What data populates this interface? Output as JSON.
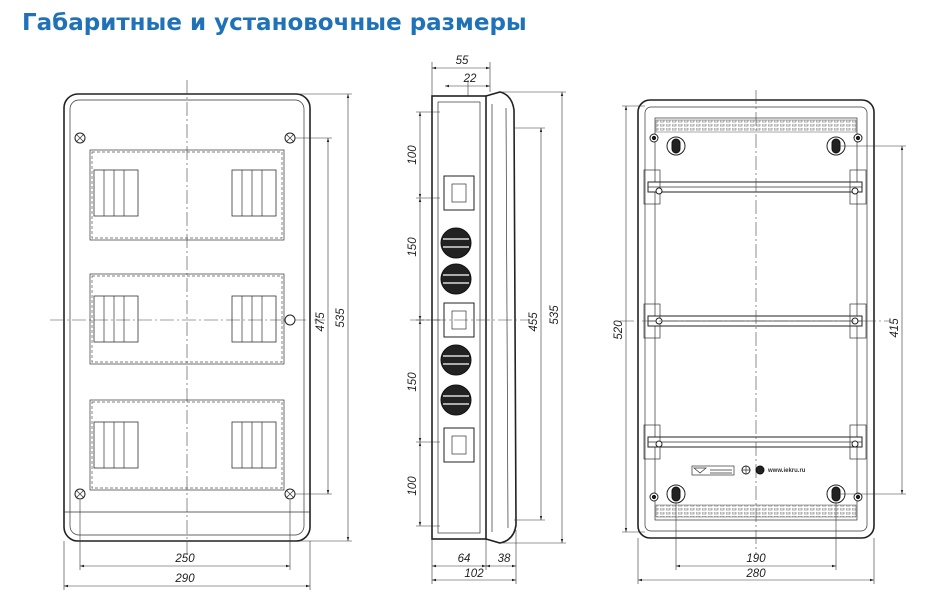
{
  "title": "Габаритные и установочные размеры",
  "logo_text": "www.iekru.ru",
  "front_view": {
    "width_outer": "290",
    "width_mount": "250",
    "height_outer": "535",
    "height_mount": "475"
  },
  "side_view": {
    "top_depth_total": "55",
    "top_depth_part": "22",
    "seg_1": "100",
    "seg_2": "150",
    "seg_3": "150",
    "seg_4": "100",
    "height_inner": "455",
    "height_outer": "535",
    "depth_base": "64",
    "depth_cover": "38",
    "depth_total": "102"
  },
  "back_view": {
    "height_outer": "520",
    "height_mount": "415",
    "width_mount": "190",
    "width_outer": "280"
  }
}
